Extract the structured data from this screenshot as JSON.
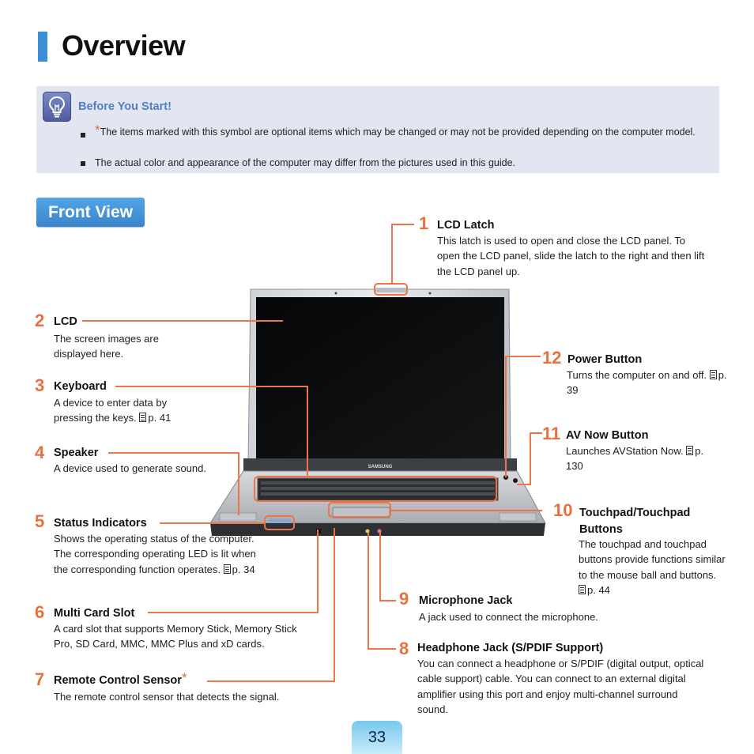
{
  "title": "Overview",
  "note": {
    "heading": "Before You Start!",
    "star": "*",
    "item1": "The items marked with this symbol are optional items which may be changed or may not be provided depending on the computer model.",
    "item2": "The actual color and appearance of the computer may differ from the pictures used in this guide."
  },
  "section": "Front View",
  "callouts": [
    {
      "num": "1",
      "label": "LCD Latch",
      "desc": "This latch is used to open and close the LCD panel. To open the LCD panel, slide the latch to the right and then lift the LCD panel up."
    },
    {
      "num": "2",
      "label": "LCD",
      "desc": "The screen images are displayed here."
    },
    {
      "num": "3",
      "label": "Keyboard",
      "desc": "A device to enter data by pressing the keys.",
      "ref": "p. 41"
    },
    {
      "num": "4",
      "label": "Speaker",
      "desc": "A device used to generate sound."
    },
    {
      "num": "5",
      "label": "Status Indicators",
      "desc": "Shows the operating status of the computer. The corresponding operating LED is lit when the corresponding function operates.",
      "ref": "p. 34"
    },
    {
      "num": "6",
      "label": "Multi Card Slot",
      "desc": "A card slot that supports Memory Stick, Memory Stick Pro, SD Card, MMC, MMC Plus and xD cards."
    },
    {
      "num": "7",
      "label": "Remote Control Sensor",
      "star": "*",
      "desc": "The remote control sensor that detects the signal."
    },
    {
      "num": "8",
      "label": "Headphone Jack (S/PDIF Support)",
      "desc": "You can connect a headphone or S/PDIF (digital output, optical cable support) cable. You can connect to an external digital amplifier using this port and enjoy multi-channel surround sound."
    },
    {
      "num": "9",
      "label": "Microphone Jack",
      "desc": "A jack used to connect the microphone."
    },
    {
      "num": "10",
      "label": "Touchpad/Touchpad Buttons",
      "desc": "The touchpad and touchpad buttons provide functions similar to the mouse ball and buttons.",
      "ref": "p. 44"
    },
    {
      "num": "11",
      "label": "AV Now Button",
      "desc": "Launches AVStation Now.",
      "ref": "p. 130"
    },
    {
      "num": "12",
      "label": "Power Button",
      "desc": "Turns the computer on and off.",
      "ref": "p. 39"
    }
  ],
  "laptop_brand": "SAMSUNG",
  "page_number": "33",
  "colors": {
    "accent": "#3a8fd6",
    "callout": "#e8703f",
    "notebox": "#e3e6f1"
  }
}
